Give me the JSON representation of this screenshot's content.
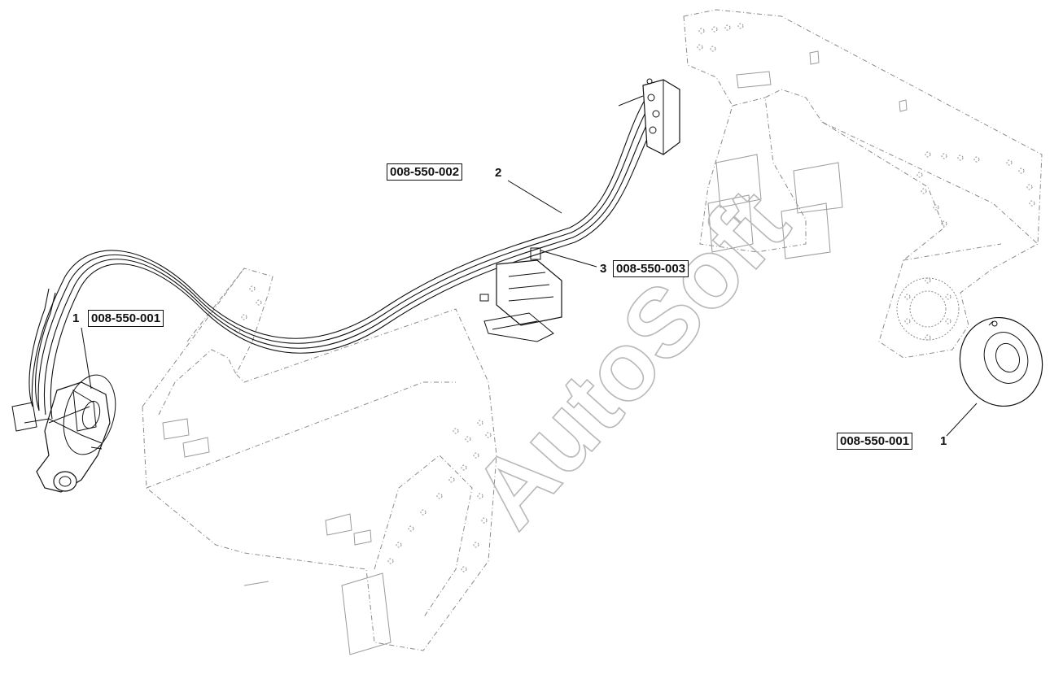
{
  "watermark": "AutoSoft",
  "callouts": [
    {
      "item": "1",
      "ref": "008-550-001"
    },
    {
      "item": "2",
      "ref": "008-550-002"
    },
    {
      "item": "3",
      "ref": "008-550-003"
    },
    {
      "item": "1",
      "ref": "008-550-001"
    }
  ],
  "colors": {
    "line": "#111111",
    "ghost": "#8a8a8a",
    "watermark": "#b8b8b8"
  }
}
